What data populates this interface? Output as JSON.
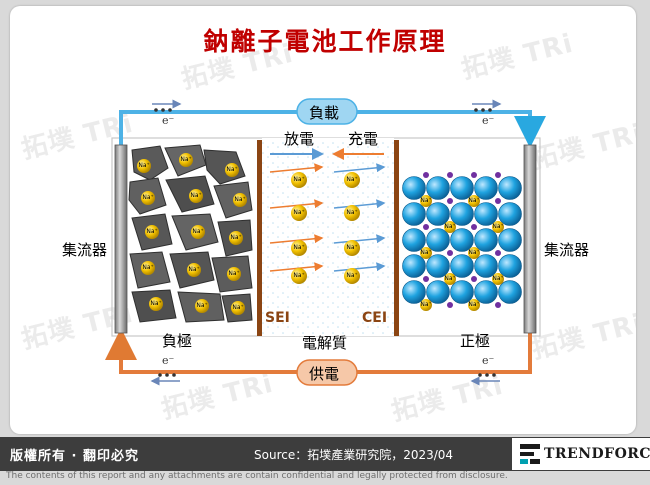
{
  "title": "鈉離子電池工作原理",
  "diagram": {
    "load_label": "負載",
    "supply_label": "供電",
    "electron_label": "e⁻",
    "current_collector_left": "集流器",
    "current_collector_right": "集流器",
    "discharge_label": "放電",
    "charge_label": "充電",
    "sei_label": "SEI",
    "cei_label": "CEI",
    "anode_label": "負極",
    "electrolyte_label": "電解質",
    "cathode_label": "正極",
    "ion_label": "Na⁺",
    "colors": {
      "load_wire": "#4db2e6",
      "supply_wire": "#e37b3b",
      "separator": "#8b4513",
      "sodium_ion": "#f2c100",
      "cathode_sphere": "#1fa3e0",
      "cathode_dot": "#7030a0",
      "anode_flake": "#595959"
    }
  },
  "footer": {
    "copyright": "版權所有 · 翻印必究",
    "source": "Source：拓墣產業研究院，2023/04",
    "brand": "TRENDFORCE",
    "disclaimer": "The contents of this report and any attachments are contain confidential and legally protected from disclosure."
  }
}
